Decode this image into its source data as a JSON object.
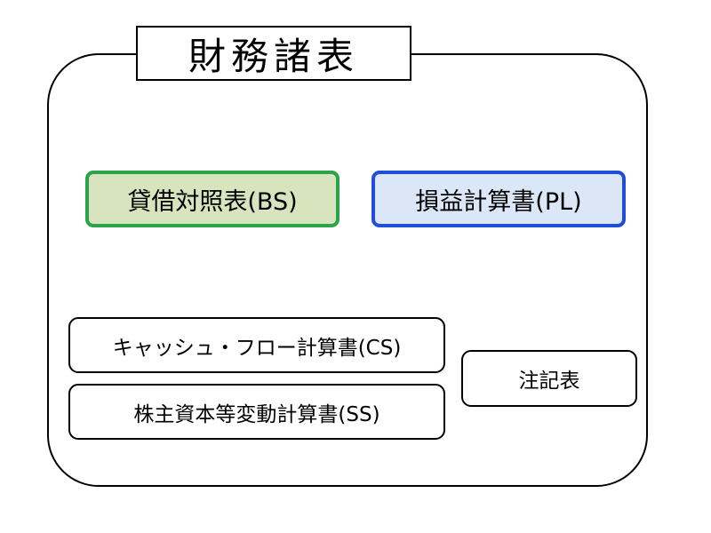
{
  "title": "財務諸表",
  "statements": {
    "bs": {
      "label": "貸借対照表(BS)",
      "border_color": "#2aa34a",
      "fill_color": "#d7e4bd"
    },
    "pl": {
      "label": "損益計算書(PL)",
      "border_color": "#1f4ed8",
      "fill_color": "#dbe6f6"
    },
    "cs": {
      "label": "キャッシュ・フロー計算書(CS)"
    },
    "ss": {
      "label": "株主資本等変動計算書(SS)"
    },
    "notes": {
      "label": "注記表"
    }
  }
}
